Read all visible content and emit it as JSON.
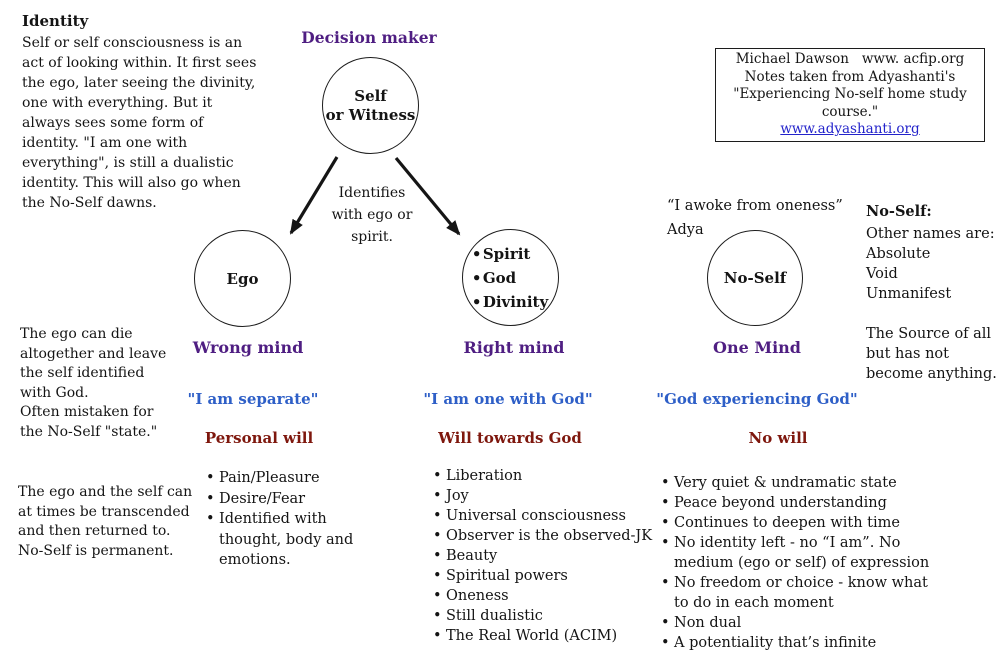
{
  "identity_note": {
    "title": "Identity",
    "body": "Self or self consciousness is an\nact of looking within. It first sees\nthe ego, later seeing the divinity,\none with everything. But it\nalways sees some form of\nidentity. \"I am one with\neverything\", is still a dualistic\nidentity. This will also go when\nthe No-Self dawns."
  },
  "decision_maker_label": "Decision maker",
  "self_circle": {
    "label": "Self\nor Witness"
  },
  "identifies_note": "Identifies\nwith ego or\nspirit.",
  "info_box": {
    "line1": "Michael Dawson   www. acfip.org",
    "line2": "Notes taken from Adyashanti's",
    "line3": "\"Experiencing No-self home study course.\"",
    "link": "www.adyashanti.org"
  },
  "ego_circle": {
    "label": "Ego"
  },
  "spirit_circle": {
    "items": [
      "Spirit",
      "God",
      "Divinity"
    ]
  },
  "noself_circle": {
    "label": "No-Self"
  },
  "awoke_quote": "“I awoke from oneness”\nAdya",
  "noself_names": {
    "title": "No-Self:",
    "body": "Other names are:\nAbsolute\nVoid\nUnmanifest",
    "source": "The Source of all\nbut has not\nbecome anything."
  },
  "left_note_1": "The ego can die\naltogether and leave\nthe self identified\nwith God.\nOften mistaken for\nthe No-Self \"state.\"",
  "left_note_2": "The ego and the self can\nat times be transcended\nand then returned to.\nNo-Self is permanent.",
  "columns": [
    {
      "mind": "Wrong mind",
      "quote": "\"I am separate\"",
      "will": "Personal will",
      "items": [
        "Pain/Pleasure",
        "Desire/Fear",
        "Identified with\nthought, body and\nemotions."
      ]
    },
    {
      "mind": "Right mind",
      "quote": "\"I am one with God\"",
      "will": "Will towards God",
      "items": [
        "Liberation",
        "Joy",
        "Universal consciousness",
        "Observer is the observed-JK",
        "Beauty",
        "Spiritual powers",
        "Oneness",
        "Still dualistic",
        "The Real World (ACIM)"
      ]
    },
    {
      "mind": "One Mind",
      "quote": "\"God experiencing God\"",
      "will": "No will",
      "items": [
        "Very quiet & undramatic state",
        "Peace beyond understanding",
        "Continues to deepen with time",
        "No identity left - no “I am”. No\nmedium (ego or self) of expression",
        "No freedom or choice - know what\nto do in each moment",
        "Non dual",
        "A potentiality that’s infinite"
      ]
    }
  ],
  "colors": {
    "heading_purple": "#4f1e82",
    "quote_blue": "#2e5fc7",
    "will_red": "#7e170d",
    "link_blue": "#2323cb",
    "ink": "#141414"
  }
}
